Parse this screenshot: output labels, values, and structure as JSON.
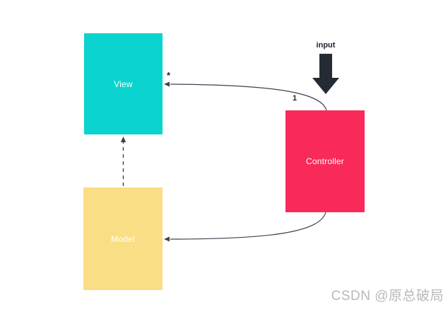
{
  "diagram_type": "mvc-pattern",
  "nodes": {
    "view": {
      "label": "View",
      "color": "#0bd3cf",
      "text_color": "#ffffff"
    },
    "controller": {
      "label": "Controller",
      "color": "#f92a59",
      "text_color": "#ffffff"
    },
    "model": {
      "label": "Model",
      "color": "#fade85",
      "text_color": "#ffffff"
    }
  },
  "annotations": {
    "input_label": "input",
    "view_multiplicity": "*",
    "controller_multiplicity": "1"
  },
  "edges": [
    {
      "from": "controller",
      "to": "view",
      "style": "solid-curve",
      "arrow": "to",
      "label_at_to": "*",
      "label_at_from": "1"
    },
    {
      "from": "controller",
      "to": "model",
      "style": "solid-curve",
      "arrow": "to"
    },
    {
      "from": "model",
      "to": "view",
      "style": "dashed-line",
      "arrow": "to"
    }
  ],
  "colors": {
    "background": "#ffffff",
    "connector": "#3c4250",
    "input_arrow": "#242b35",
    "watermark": "#b9b9b9"
  },
  "watermark": {
    "text": "CSDN @原总破局"
  }
}
